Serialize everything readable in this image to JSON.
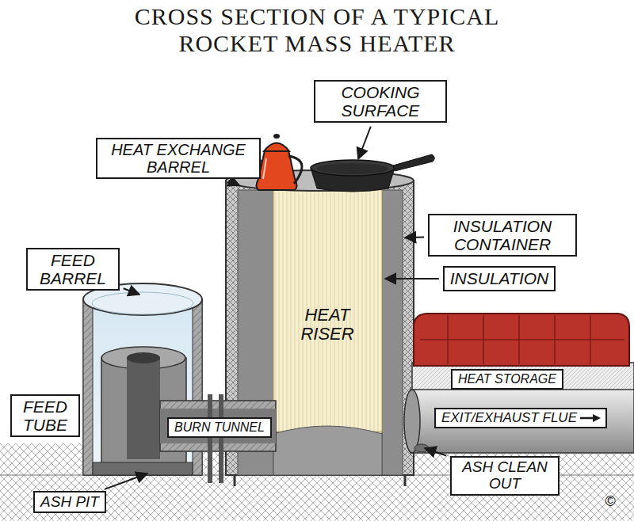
{
  "diagram": {
    "title": "CROSS SECTION OF A TYPICAL ROCKET MASS HEATER",
    "nodes": [
      {
        "text": [
          "COOKING SURFACE"
        ]
      },
      {
        "text": [
          "HEAT EXCHANGE BARREL"
        ]
      },
      {
        "text": [
          "INSULATION CONTAINER"
        ]
      },
      {
        "text": [
          "INSULATION"
        ]
      },
      {
        "text": [
          "FEED BARREL"
        ]
      },
      {
        "text": [
          "HEAT STORAGE"
        ]
      },
      {
        "text": [
          "FEED TUBE"
        ]
      },
      {
        "text": [
          "BURN TUNNEL"
        ]
      },
      {
        "text": [
          "EXIT/EXHAUST FLUE"
        ]
      },
      {
        "text": [
          "ASH CLEAN OUT"
        ]
      },
      {
        "text": [
          "ASH PIT"
        ]
      }
    ],
    "labels": [
      "HEAT RISER",
      "©"
    ]
  }
}
